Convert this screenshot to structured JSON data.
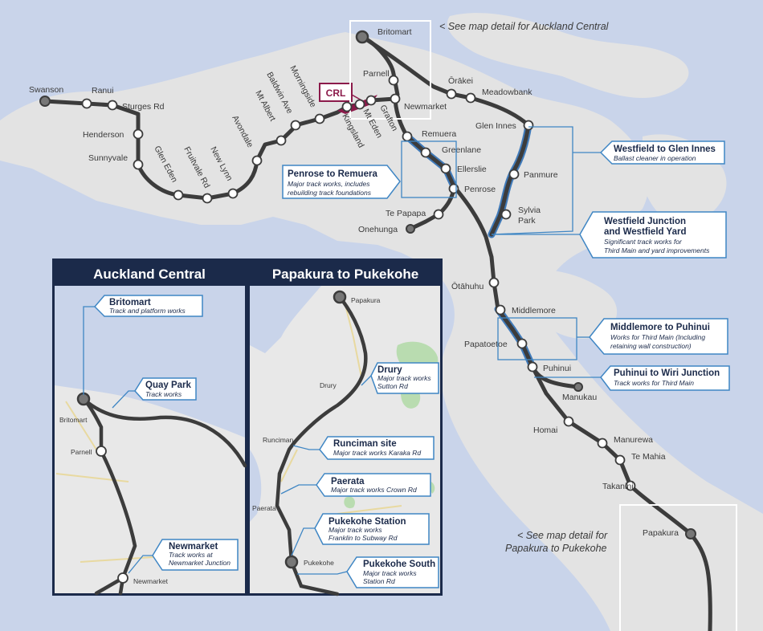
{
  "map": {
    "stations": {
      "britomart": "Britomart",
      "parnell": "Parnell",
      "newmarket": "Newmarket",
      "orakei": "Ōrākei",
      "meadowbank": "Meadowbank",
      "glen_innes": "Glen Innes",
      "panmure": "Panmure",
      "sylvia_park": [
        "Sylvia",
        "Park"
      ],
      "remuera": "Remuera",
      "greenlane": "Greenlane",
      "ellerslie": "Ellerslie",
      "penrose": "Penrose",
      "te_papapa": "Te Papapa",
      "onehunga": "Onehunga",
      "grafton": "Grafton",
      "mt_eden": "Mt Eden",
      "kingsland": "Kingsland",
      "morningside": "Morningside",
      "baldwin_ave": "Baldwin Ave",
      "mt_albert": "Mt Albert",
      "avondale": "Avondale",
      "new_lynn": "New Lynn",
      "fruitvale_rd": "Fruitvale Rd",
      "glen_eden": "Glen Eden",
      "sunnyvale": "Sunnyvale",
      "henderson": "Henderson",
      "sturges_rd": "Sturges Rd",
      "ranui": "Ranui",
      "swanson": "Swanson",
      "otahuhu": "Ōtāhuhu",
      "middlemore": "Middlemore",
      "papatoetoe": "Papatoetoe",
      "puhinui": "Puhinui",
      "manukau": "Manukau",
      "homai": "Homai",
      "manurewa": "Manurewa",
      "te_mahia": "Te Mahia",
      "takanini": "Takanini",
      "papakura": "Papakura"
    },
    "crl_label": "CRL",
    "notes": {
      "auckland_central": "< See map detail for Auckland Central",
      "papakura_line1": "< See map detail for",
      "papakura_line2": "Papakura to Pukekohe"
    },
    "callouts": [
      {
        "title": "Westfield to Glen Innes",
        "desc": [
          "Ballast cleaner in operation"
        ]
      },
      {
        "title": [
          "Westfield Junction",
          "and Westfield Yard"
        ],
        "desc": [
          "Significant track works for",
          "Third Main and yard improvements"
        ]
      },
      {
        "title": "Penrose to Remuera",
        "desc": [
          "Major track works, includes",
          "rebuilding track foundations"
        ]
      },
      {
        "title": "Middlemore to Puhinui",
        "desc": [
          "Works for Third Main (Including",
          "retaining wall construction)"
        ]
      },
      {
        "title": "Puhinui to Wiri Junction",
        "desc": [
          "Track works for Third Main"
        ]
      }
    ]
  },
  "insets": {
    "auckland_central": {
      "title": "Auckland Central",
      "stations": {
        "britomart": "Britomart",
        "parnell": "Parnell",
        "newmarket": "Newmarket"
      },
      "callouts": [
        {
          "title": "Britomart",
          "desc": [
            "Track and platform works"
          ]
        },
        {
          "title": "Quay Park",
          "desc": [
            "Track works"
          ]
        },
        {
          "title": "Newmarket",
          "desc": [
            "Track works at",
            "Newmarket Junction"
          ]
        }
      ]
    },
    "papakura_pukekohe": {
      "title": "Papakura to Pukekohe",
      "stations": {
        "papakura": "Papakura",
        "drury": "Drury",
        "runciman": "Runciman",
        "paerata": "Paerata",
        "pukekohe": "Pukekohe"
      },
      "callouts": [
        {
          "title": "Drury",
          "desc": [
            "Major track works",
            "Sutton Rd"
          ]
        },
        {
          "title": "Runciman site",
          "desc": [
            "Major track works Karaka Rd"
          ]
        },
        {
          "title": "Paerata",
          "desc": [
            "Major track works Crown Rd"
          ]
        },
        {
          "title": "Pukekohe Station",
          "desc": [
            "Major track works",
            "Franklin to Subway Rd"
          ]
        },
        {
          "title": "Pukekohe South",
          "desc": [
            "Major track works",
            "Station Rd"
          ]
        }
      ]
    }
  },
  "colors": {
    "water": "#c9d4ea",
    "land": "#e3e3e3",
    "rail": "#3c3c3c",
    "works": "#2f6fb5",
    "callout_border": "#3f86c4",
    "crl": "#8b1a4a",
    "inset_header": "#1b2a4a"
  }
}
